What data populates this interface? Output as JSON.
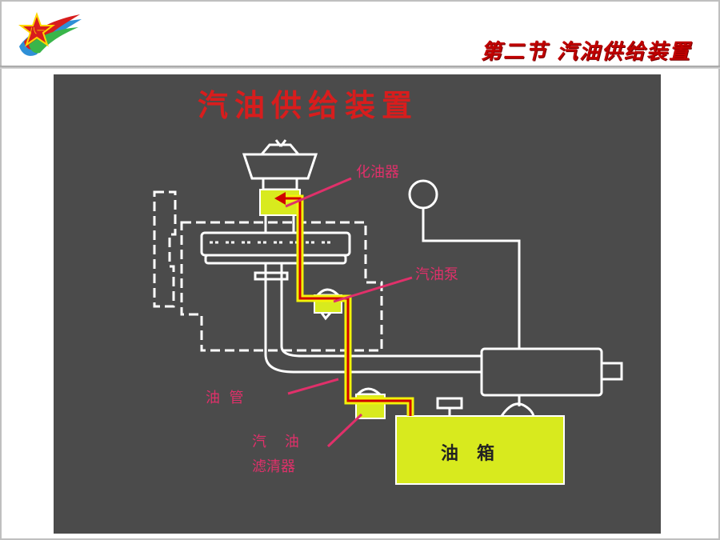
{
  "header": {
    "section_title": "第二节  汽油供给装置"
  },
  "diagram": {
    "title": "汽油供给装置",
    "labels": {
      "carburetor": "化油器",
      "fuel_pump": "汽油泵",
      "fuel_line": "油  管",
      "filter_line1": "汽    油",
      "filter_line2": "滤清器",
      "tank": "油   箱"
    }
  },
  "colors": {
    "panel_bg": "#4b4b4b",
    "title_red": "#d81d1d",
    "label_pink": "#e0306a",
    "component_yellow": "#d8ea1e",
    "fuel_path_red": "#d00000",
    "fuel_path_yellow": "#f2f20a",
    "section_title_red": "#c00000"
  },
  "icons": {
    "logo": "army-star-emblem-icon"
  }
}
